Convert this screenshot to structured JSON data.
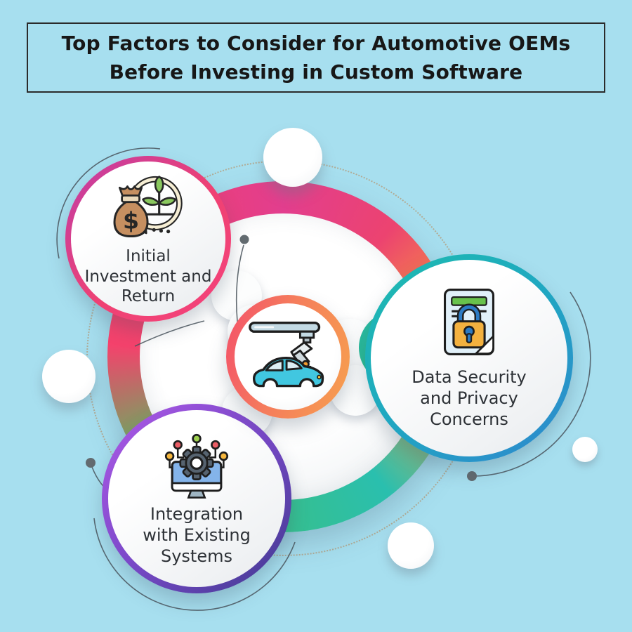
{
  "title": {
    "line1": "Top Factors to Consider for Automotive OEMs",
    "line2": "Before Investing in Custom Software"
  },
  "diagram": {
    "center_node": {
      "icon": "car-assembly-robot-icon"
    },
    "nodes": [
      {
        "id": "initial-investment-return",
        "icon": "money-bag-growth-icon",
        "lines": [
          "Initial",
          "Investment and",
          "Return"
        ],
        "ring_from": "#c03da6",
        "ring_to": "#f4437b"
      },
      {
        "id": "data-security-privacy-concerns",
        "icon": "document-lock-icon",
        "lines": [
          "Data Security",
          "and Privacy",
          "Concerns"
        ],
        "ring_from": "#1dbcae",
        "ring_to": "#2f87cf"
      },
      {
        "id": "integration-with-existing-systems",
        "icon": "monitor-gear-icon",
        "lines": [
          "Integration",
          "with Existing",
          "Systems"
        ],
        "ring_from": "#a863dd",
        "ring_to": "#3f3a8f"
      }
    ],
    "colors": {
      "background": "#a7dfef",
      "title_text": "#171717",
      "title_border": "#2b2b2b",
      "label_text": "#2d3136",
      "center_ring_from": "#f3506a",
      "center_ring_to": "#f6a04e",
      "big_ring_stops": [
        "#e23e8e",
        "#f6933f",
        "#2abfae",
        "#4abe66",
        "#f4426c"
      ]
    }
  }
}
